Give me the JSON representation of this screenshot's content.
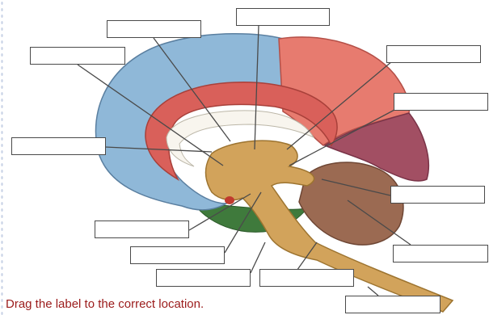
{
  "instruction": "Drag the label to the correct location.",
  "drop_targets": [
    {
      "id": "top-center",
      "value": ""
    },
    {
      "id": "top-left",
      "value": ""
    },
    {
      "id": "upper-left",
      "value": ""
    },
    {
      "id": "upper-right",
      "value": ""
    },
    {
      "id": "right-mid-upper",
      "value": ""
    },
    {
      "id": "left-mid",
      "value": ""
    },
    {
      "id": "right-lower",
      "value": ""
    },
    {
      "id": "lower-left-1",
      "value": ""
    },
    {
      "id": "right-bottom",
      "value": ""
    },
    {
      "id": "lower-left-2",
      "value": ""
    },
    {
      "id": "bottom-left",
      "value": ""
    },
    {
      "id": "bottom-center",
      "value": ""
    },
    {
      "id": "bottom-right",
      "value": ""
    }
  ],
  "colors": {
    "frontal_blue": "#8fb8d8",
    "cingulate_red": "#d9605a",
    "parietal_salmon": "#e77b6f",
    "occipital_mauve": "#a24f63",
    "cerebellum_brown": "#9b6a52",
    "temporal_green": "#3f7a3c",
    "brainstem_tan": "#d2a35b",
    "instruction_red": "#9b1b1b"
  }
}
